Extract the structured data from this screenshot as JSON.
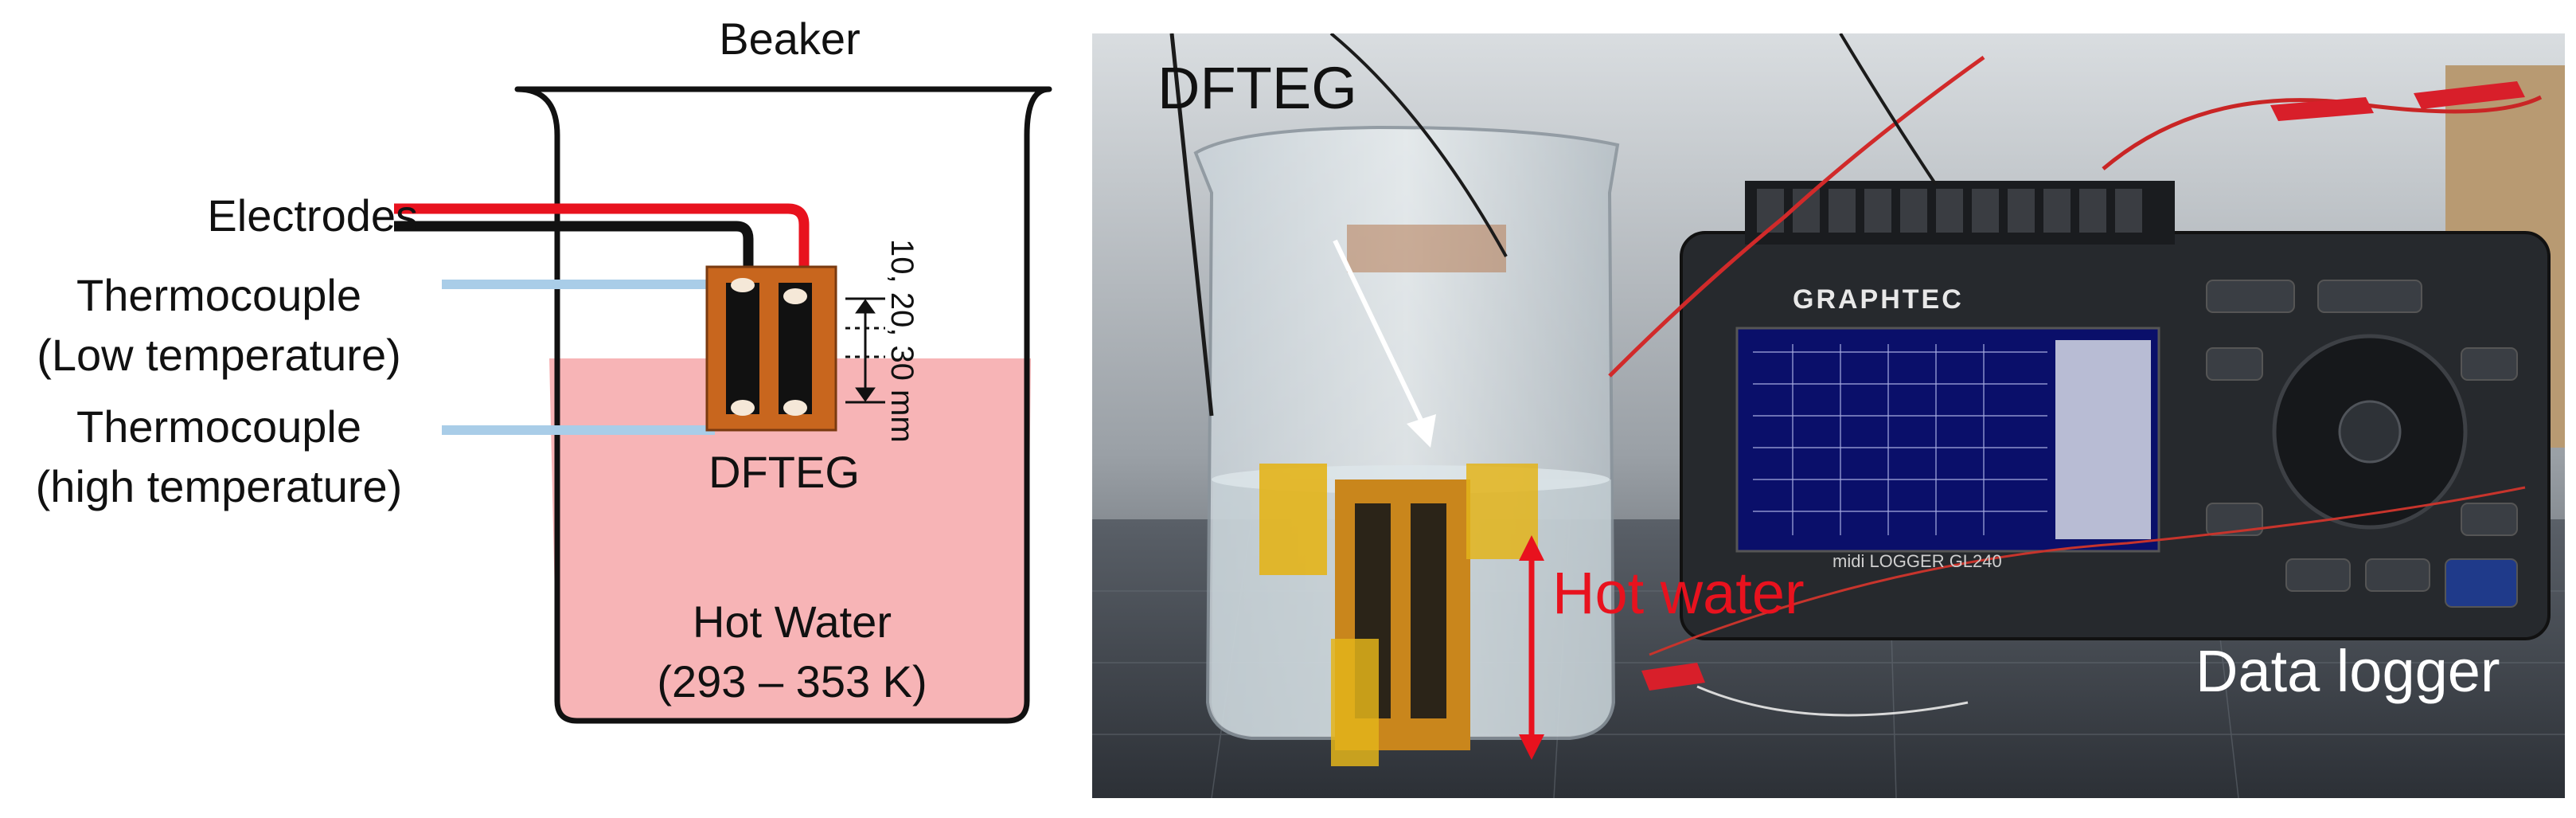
{
  "schematic": {
    "beaker_label": "Beaker",
    "electrodes_label": "Electrodes",
    "thermocouple_low_line1": "Thermocouple",
    "thermocouple_low_line2": "(Low temperature)",
    "thermocouple_high_line1": "Thermocouple",
    "thermocouple_high_line2": "(high temperature)",
    "dfteg_label": "DFTEG",
    "immersion_depth_label": "10, 20, 30 mm",
    "hot_water_line1": "Hot Water",
    "hot_water_line2": "(293 – 353 K)",
    "colors": {
      "water": "#f7b4b6",
      "electrode_red": "#e8121e",
      "electrode_black": "#111111",
      "thermocouple": "#a9cde8",
      "substrate": "#c8661e"
    }
  },
  "photo": {
    "dfteg_label": "DFTEG",
    "hot_water_label": "Hot water",
    "data_logger_label": "Data logger",
    "logger_brand": "GRAPHTEC",
    "logger_model": "midi LOGGER GL240",
    "colors": {
      "annotation_red": "#e8121e",
      "label_dark": "#111111",
      "label_light": "#ffffff"
    }
  }
}
